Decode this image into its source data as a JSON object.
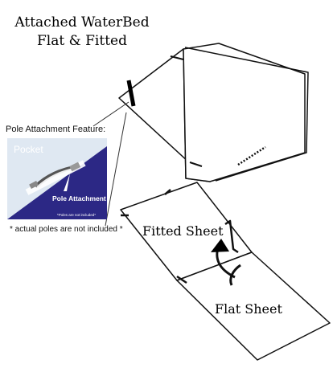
{
  "title": {
    "line1": "Attached WaterBed",
    "line2": "Flat & Fitted"
  },
  "inset": {
    "heading": "Pole Attachment Feature:",
    "pocket_label": "Pocket",
    "pole_label": "Pole Attachment",
    "poles_fine_print": "*Poles are not included*",
    "note": "* actual poles are not included *",
    "colors": {
      "background": "#dfe8f2",
      "triangle": "#2c2885"
    }
  },
  "diagram": {
    "fitted_sheet_label": "Fitted Sheet",
    "flat_sheet_label": "Flat Sheet",
    "arrow_icon": "curved-arrow-up-icon"
  }
}
